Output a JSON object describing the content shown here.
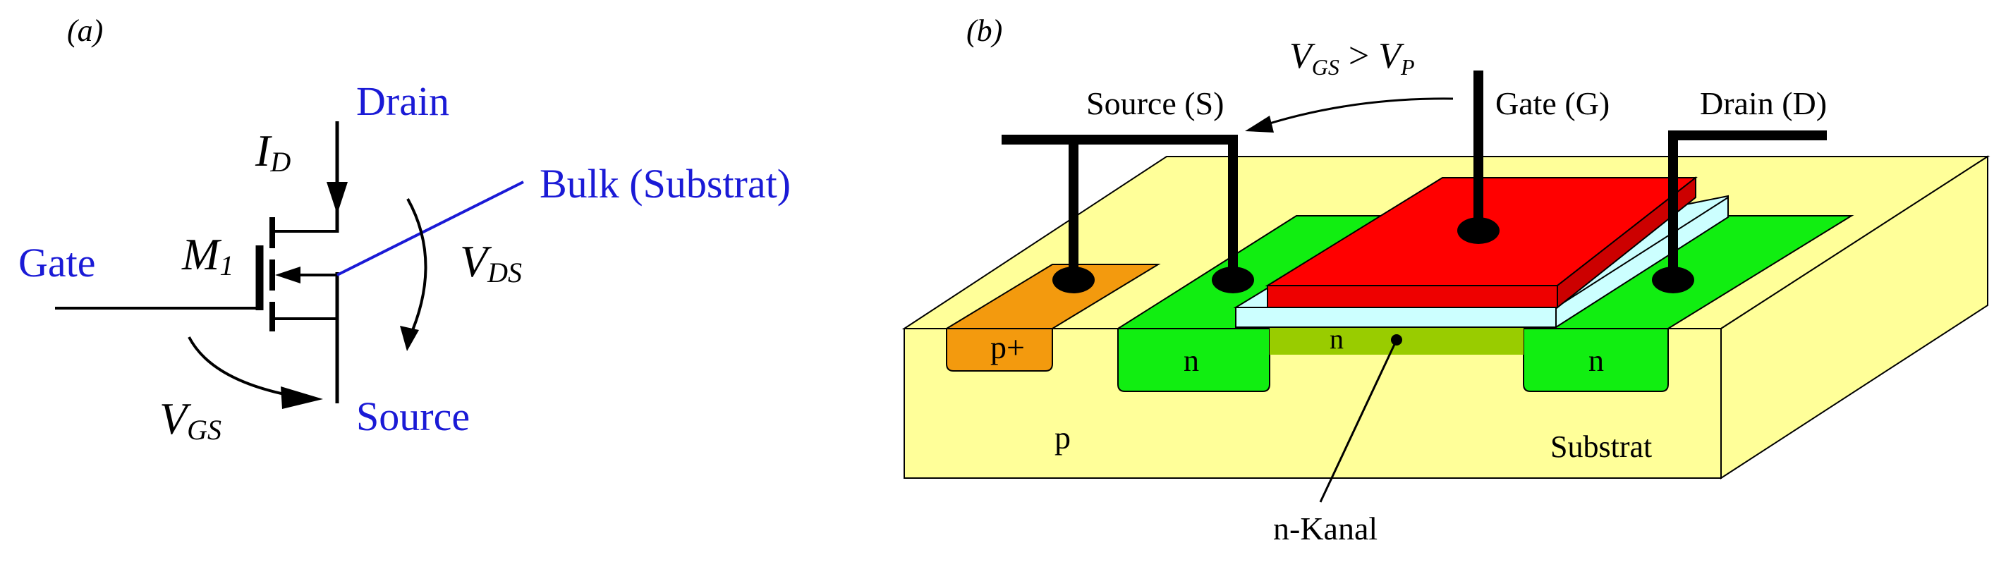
{
  "panel_a": {
    "tag": "(a)",
    "drain_label": "Drain",
    "source_label": "Source",
    "gate_label": "Gate",
    "bulk_label": "Bulk (Substrat)",
    "id_main": "I",
    "id_sub": "D",
    "m_main": "M",
    "m_sub": "1",
    "vds_main": "V",
    "vds_sub": "DS",
    "vgs_main": "V",
    "vgs_sub": "GS",
    "label_color": "#1a1ad6"
  },
  "panel_b": {
    "tag": "(b)",
    "condition": {
      "v1": "V",
      "v1_sub": "GS",
      "op": " > ",
      "v2": "V",
      "v2_sub": "P"
    },
    "source_label": "Source (S)",
    "gate_label": "Gate (G)",
    "drain_label": "Drain (D)",
    "p_plus": "p+",
    "n_left": "n",
    "n_channel": "n",
    "n_right": "n",
    "p_region": "p",
    "substrate": "Substrat",
    "channel_label": "n-Kanal",
    "colors": {
      "substrate": "#ffff99",
      "p_plus": "#f39a0e",
      "n_well": "#11ee11",
      "channel": "#99cc00",
      "gate": "#ff0000",
      "oxide": "#ccffff"
    }
  }
}
